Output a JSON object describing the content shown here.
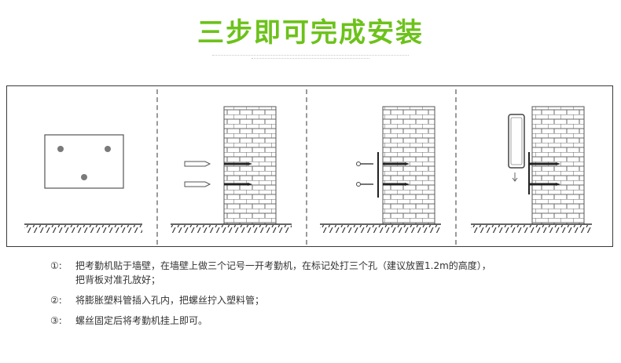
{
  "title": "三步即可完成安装",
  "steps": [
    {
      "num": "①:",
      "text": "把考勤机贴于墙壁，在墙壁上做三个记号一开考勤机，在标记处打三个孔（建议放置1.2m的高度），\n把背板对准孔放好；"
    },
    {
      "num": "②:",
      "text": "将膨胀塑料管插入孔内，把螺丝拧入塑料管；"
    },
    {
      "num": "③:",
      "text": "螺丝固定后将考勤机挂上即可。"
    }
  ],
  "colors": {
    "title": "#6cc21a",
    "lines": "#333333",
    "dot": "#7a7a7a"
  }
}
